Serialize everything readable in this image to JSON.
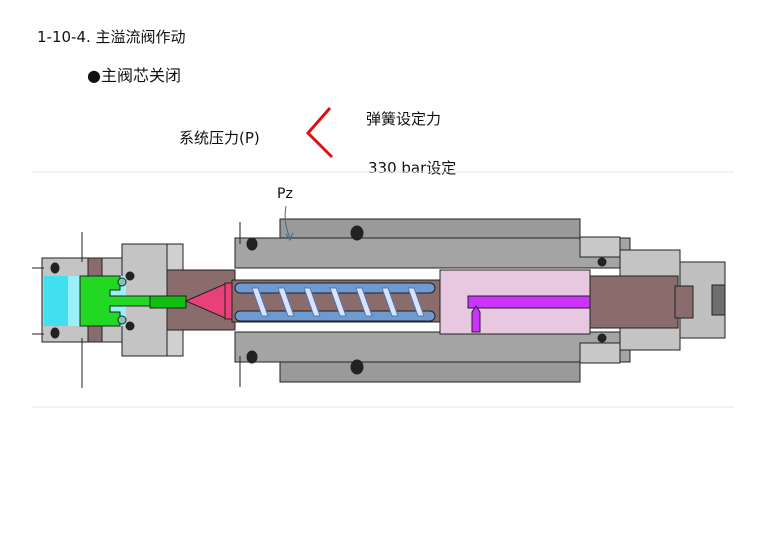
{
  "title": "1-10-4. 主溢流阀作动",
  "bullet": "●主阀芯关闭",
  "labels": {
    "system_pressure": "系统压力(P)",
    "spring_force": "弹簧设定力",
    "spring_setting": "330 bar设定",
    "pz": "Pz"
  },
  "comparison_symbol": "less-than-icon",
  "colors": {
    "comparison": "#e01010",
    "poppet": "#22d822",
    "cone": "#e8407a",
    "spring": "#6d9ad0",
    "chamber": "#e8c8e0",
    "channel": "#cc33ff",
    "body": "#9a9a9a",
    "seat": "#8a6c6c",
    "inlet": "#40e0f0"
  }
}
